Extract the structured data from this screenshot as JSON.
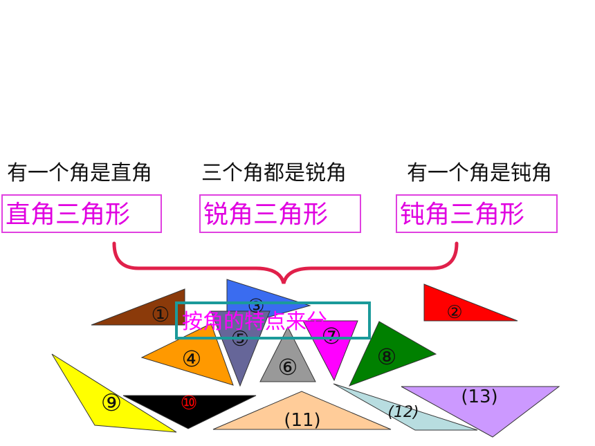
{
  "categories": [
    {
      "rule": "有一个角是直角",
      "name": "直角三角形"
    },
    {
      "rule": "三个角都是锐角",
      "name": "锐角三角形"
    },
    {
      "rule": "有一个角是钝角",
      "name": "钝角三角形"
    }
  ],
  "title": "按角的特点来分",
  "triangles": [
    {
      "label": "①",
      "color": "#8b3a0a"
    },
    {
      "label": "②",
      "color": "#ff0000"
    },
    {
      "label": "③",
      "color": "#3a6cf0"
    },
    {
      "label": "④",
      "color": "#ff9900"
    },
    {
      "label": "⑤",
      "color": "#666699"
    },
    {
      "label": "⑥",
      "color": "#999999"
    },
    {
      "label": "⑦",
      "color": "#ff00ff"
    },
    {
      "label": "⑧",
      "color": "#008000"
    },
    {
      "label": "⑨",
      "color": "#ffff00"
    },
    {
      "label": "⑩",
      "color": "#000000"
    },
    {
      "label": "(11)",
      "color": "#ffcc99"
    },
    {
      "label": "(12)",
      "color": "#b8dde0"
    },
    {
      "label": "(13)",
      "color": "#cc99ff"
    }
  ],
  "colors": {
    "box_border": "#e040e0",
    "box_text": "#e000e0",
    "brace": "#e0204a",
    "title_border": "#1b9a9a",
    "title_text": "#ff00ff"
  }
}
